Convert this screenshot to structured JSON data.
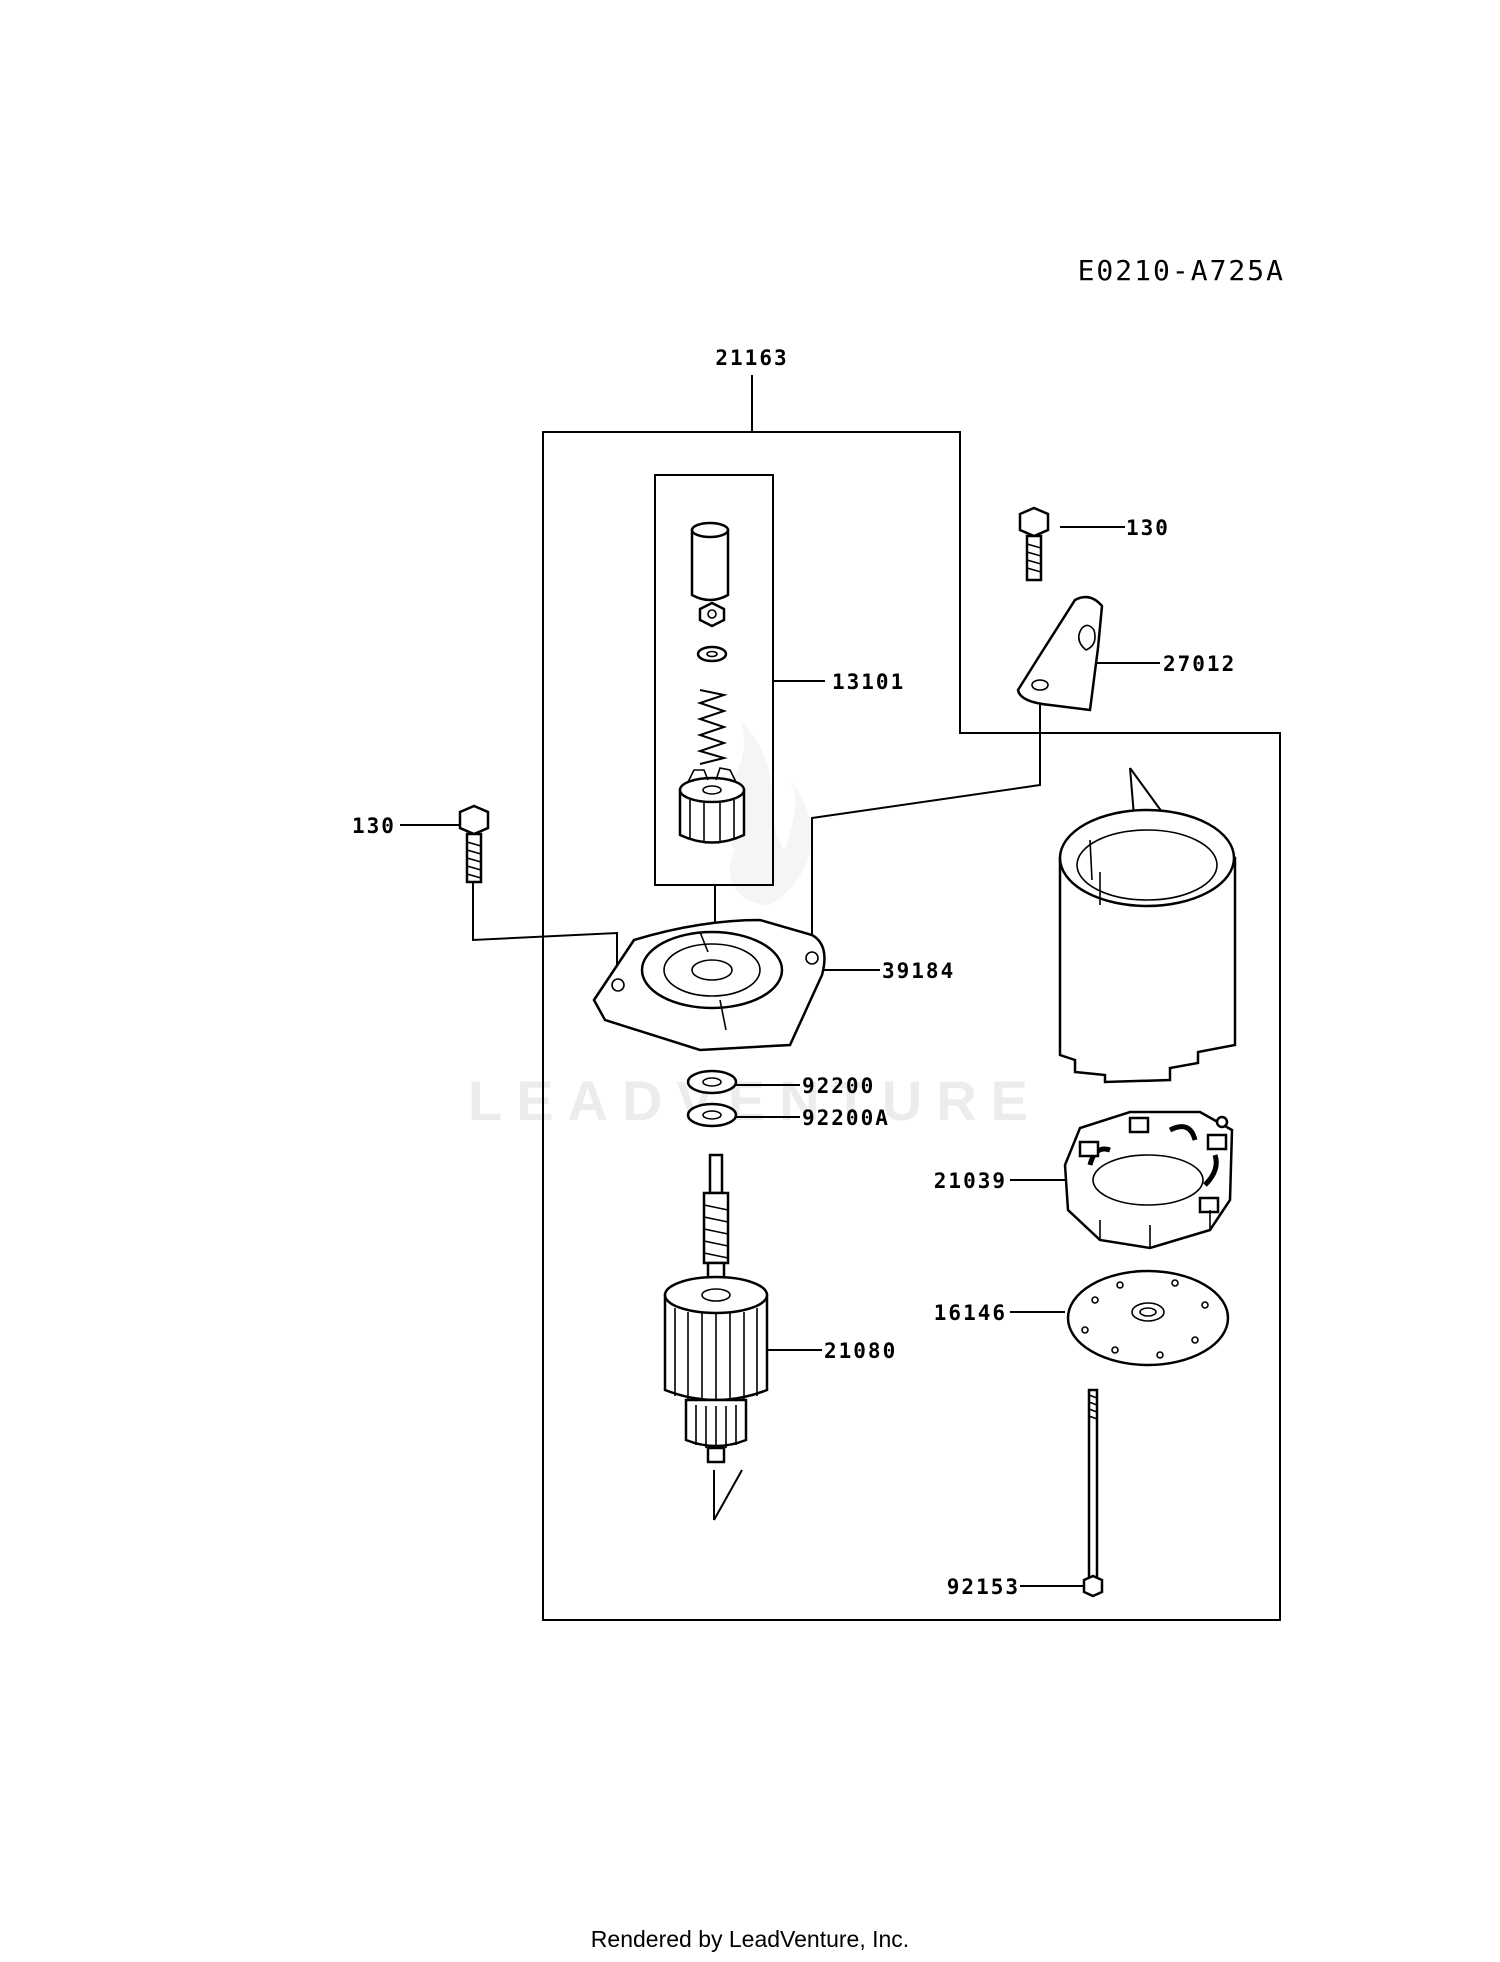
{
  "diagram_code": "E0210-A725A",
  "watermark": "LEADVENTURE",
  "footer": "Rendered by LeadVenture, Inc.",
  "callouts": {
    "starter_assy": "21163",
    "drive_assy": "13101",
    "bolt_top": "130",
    "bolt_left": "130",
    "bracket": "27012",
    "front_cover": "39184",
    "washer": "92200",
    "washer_a": "92200A",
    "armature": "21080",
    "brush_holder": "21039",
    "end_plate": "16146",
    "through_bolt": "92153"
  }
}
